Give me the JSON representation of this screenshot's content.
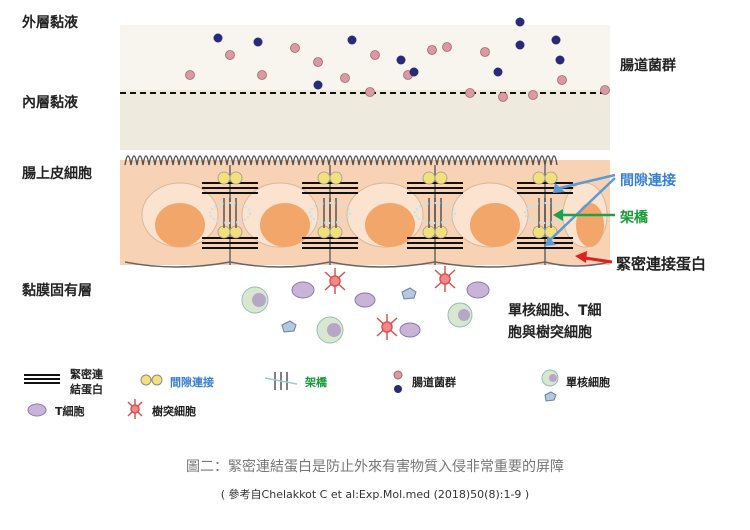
{
  "labels": {
    "outer_mucus": "外層黏液",
    "inner_mucus": "內層黏液",
    "epithelial": "腸上皮細胞",
    "lamina_propria": "黏膜固有層",
    "gut_bacteria": "腸道菌群",
    "gap_junction": "間隙連接",
    "bridge": "架橋",
    "tight_junction_protein": "緊密連接蛋白",
    "immune_cells_line1": "單核細胞、T細",
    "immune_cells_line2": "胞與樹突細胞"
  },
  "legend": {
    "tj_line1": "緊密連",
    "tj_line2": "結蛋白",
    "gap": "間隙連接",
    "bridge": "架橋",
    "bacteria": "腸道菌群",
    "monocyte": "單核細胞",
    "tcell": "T細胞",
    "dendritic": "樹突細胞"
  },
  "caption": "圖二：緊密連結蛋白是防止外來有害物質入侵非常重要的屏障",
  "reference": "( 參考自Chelakkot C et al:Exp.Mol.med (2018)50(8):1-9 )",
  "colors": {
    "pink_bacteria": "#d99aa6",
    "blue_bacteria": "#2a2a7a",
    "cell_fill": "#f7d2b4",
    "nucleus": "#f2a66a",
    "gap_yellow": "#f3e07a",
    "arrow_blue": "#5b9bd5",
    "arrow_green": "#1aa34a",
    "arrow_red": "#e0201e"
  }
}
